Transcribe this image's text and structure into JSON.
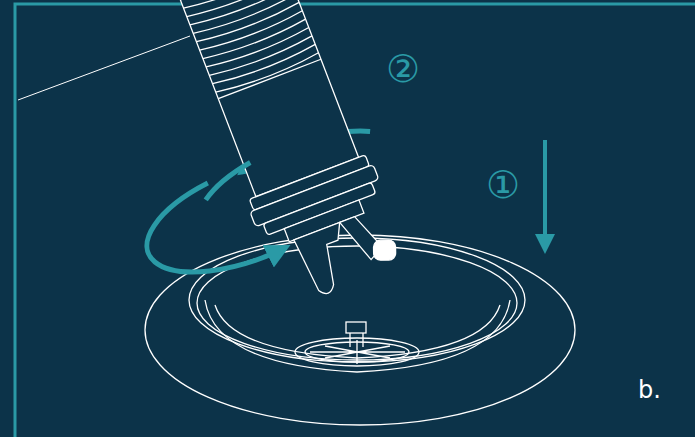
{
  "diagram": {
    "labels": [
      "②",
      "①",
      "b."
    ]
  }
}
